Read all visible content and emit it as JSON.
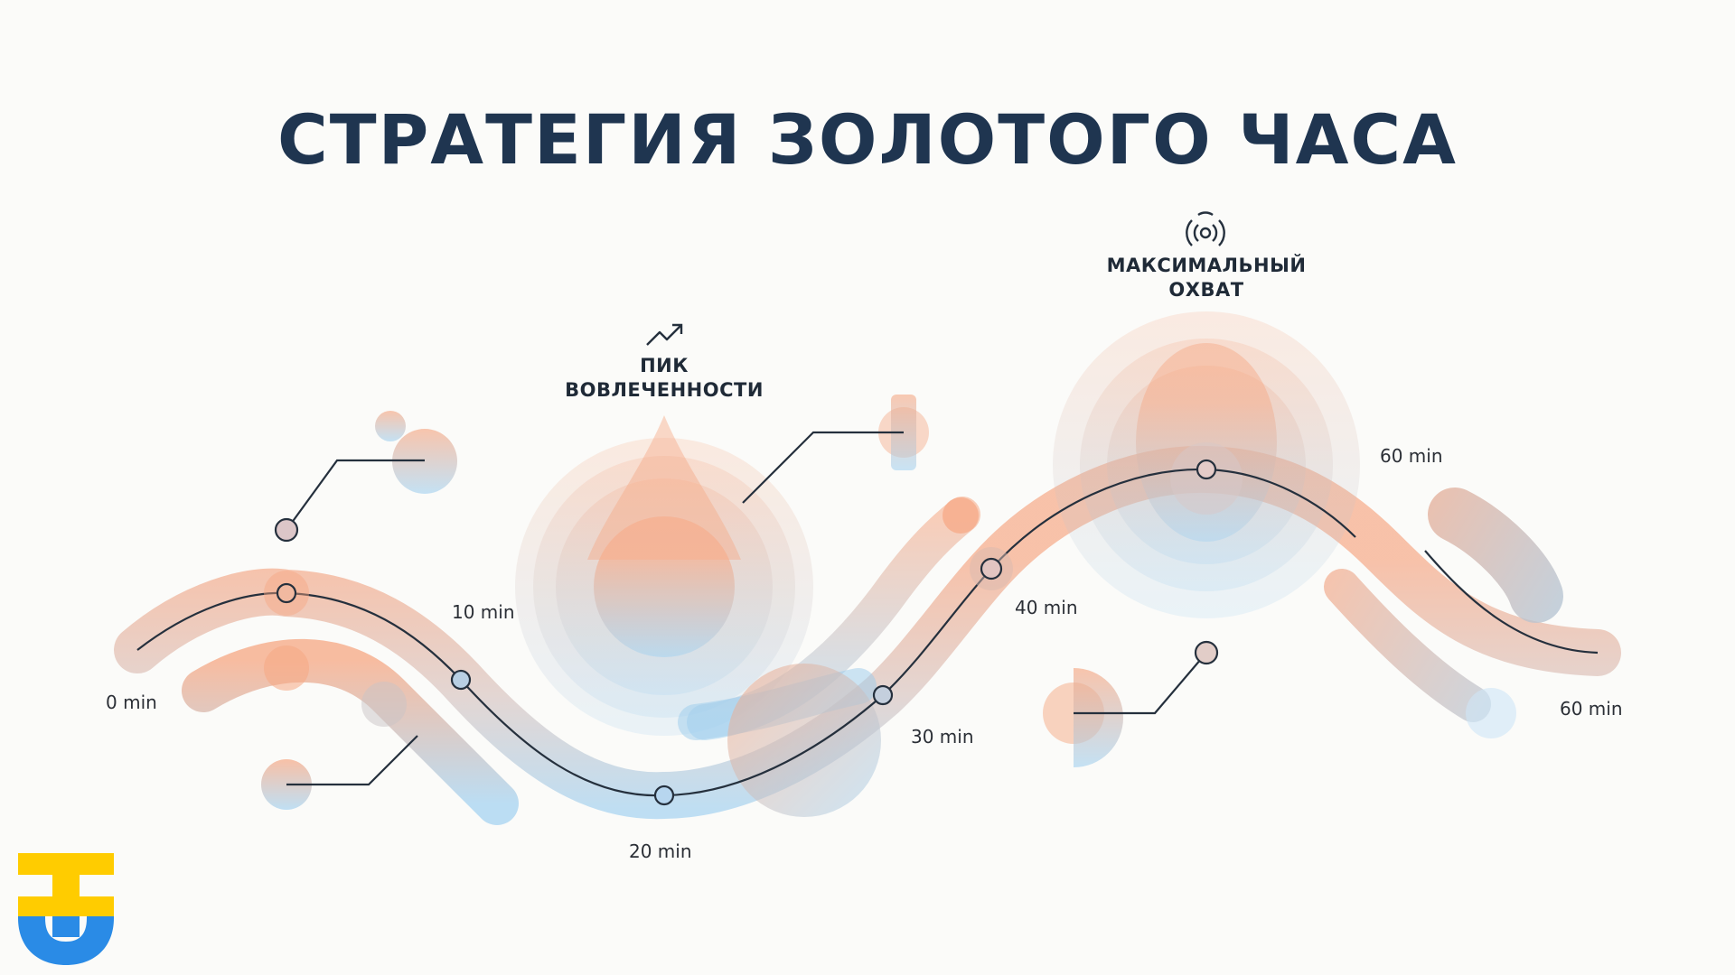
{
  "title": "СТРАТЕГИЯ ЗОЛОТОГО ЧАСА",
  "annotations": {
    "engagement_peak": {
      "line1": "ПИК",
      "line2": "ВОВЛЕЧЕННОСТИ",
      "icon": "trending-up-icon"
    },
    "max_reach": {
      "line1": "МАКСИМАЛЬНЫЙ",
      "line2": "ОХВАТ",
      "icon": "broadcast-icon"
    }
  },
  "timeline": {
    "labels": [
      {
        "id": "t0",
        "text": "0 min"
      },
      {
        "id": "t10",
        "text": "10 min"
      },
      {
        "id": "t20",
        "text": "20 min"
      },
      {
        "id": "t30",
        "text": "30 min"
      },
      {
        "id": "t40",
        "text": "40 min"
      },
      {
        "id": "t60a",
        "text": "60 min"
      },
      {
        "id": "t60b",
        "text": "60 min"
      }
    ]
  },
  "colors": {
    "title": "#1f3550",
    "warm": "#f4a888",
    "cool": "#9ccbec",
    "line": "#25303d",
    "logo_yellow": "#ffcc00",
    "logo_blue": "#2a8be6"
  },
  "logo": {
    "icon": "tu-logo"
  }
}
